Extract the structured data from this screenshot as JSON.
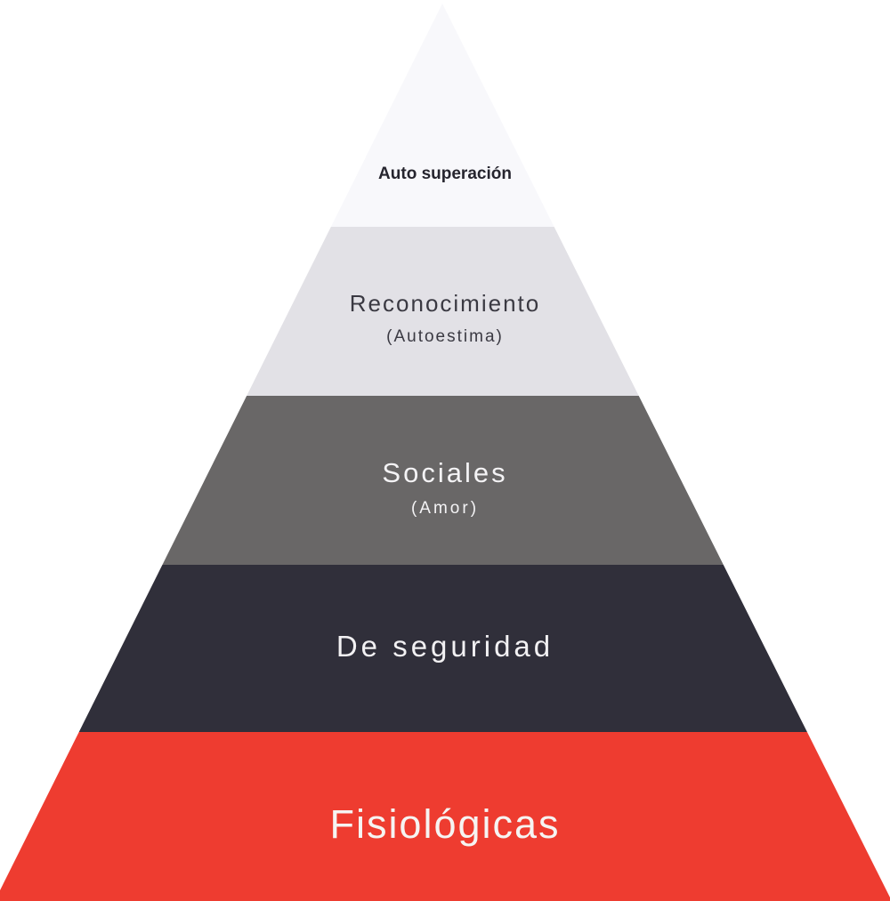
{
  "pyramid": {
    "type": "pyramid-diagram",
    "background": "#ffffff",
    "levels": [
      {
        "rank": 1,
        "label": "Auto superación",
        "sublabel": "",
        "color": "#f8f8fb",
        "text_color": "#26252e"
      },
      {
        "rank": 2,
        "label": "Reconocimiento",
        "sublabel": "(Autoestima)",
        "color": "#e2e1e6",
        "text_color": "#3a3942"
      },
      {
        "rank": 3,
        "label": "Sociales",
        "sublabel": "(Amor)",
        "color": "#696767",
        "text_color": "#f4f3f5"
      },
      {
        "rank": 4,
        "label": "De seguridad",
        "sublabel": "",
        "color": "#302f3a",
        "text_color": "#f2f1f3"
      },
      {
        "rank": 5,
        "label": "Fisiológicas",
        "sublabel": "",
        "color": "#ee3c30",
        "text_color": "#f6f4f2"
      }
    ]
  }
}
